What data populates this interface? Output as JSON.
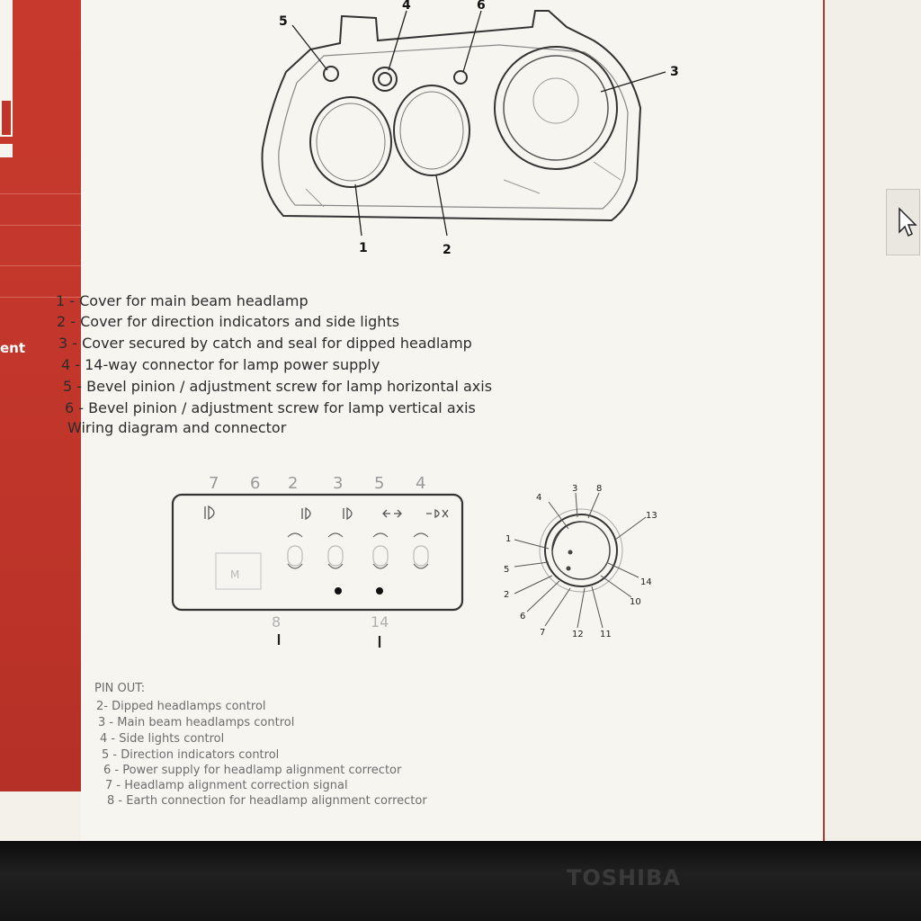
{
  "sidebar": {
    "label": "ent"
  },
  "headlamp_diagram": {
    "callouts": [
      "5",
      "4",
      "6",
      "3",
      "1",
      "2"
    ]
  },
  "legend": {
    "items": [
      "1 - Cover for main beam headlamp",
      "2 - Cover for direction indicators and side lights",
      "3 - Cover secured by catch and seal for dipped headlamp",
      "4 - 14-way connector for lamp power supply",
      "5 - Bevel pinion / adjustment screw for lamp horizontal axis",
      "6 - Bevel pinion / adjustment screw for lamp vertical axis"
    ],
    "subheading": "Wiring diagram and connector"
  },
  "wiring_diagram": {
    "top_pins": [
      "7",
      "6",
      "2",
      "3",
      "5",
      "4"
    ],
    "bottom_pins": [
      "8",
      "14"
    ],
    "motor_label": "M"
  },
  "connector": {
    "pins": [
      "4",
      "3",
      "8",
      "13",
      "1",
      "5",
      "2",
      "6",
      "7",
      "12",
      "11",
      "10",
      "14"
    ]
  },
  "pinout": {
    "heading": "PIN OUT:",
    "items": [
      "2- Dipped headlamps control",
      "3 - Main beam headlamps control",
      "4 - Side lights control",
      "5 - Direction indicators control",
      "6 - Power supply for headlamp alignment corrector",
      "7 - Headlamp alignment correction signal",
      "8 - Earth connection for headlamp alignment corrector"
    ]
  },
  "monitor": {
    "brand": "TOSHIBA"
  },
  "colors": {
    "sidebar_red": "#c0352a",
    "page_bg": "#f6f5ef"
  }
}
